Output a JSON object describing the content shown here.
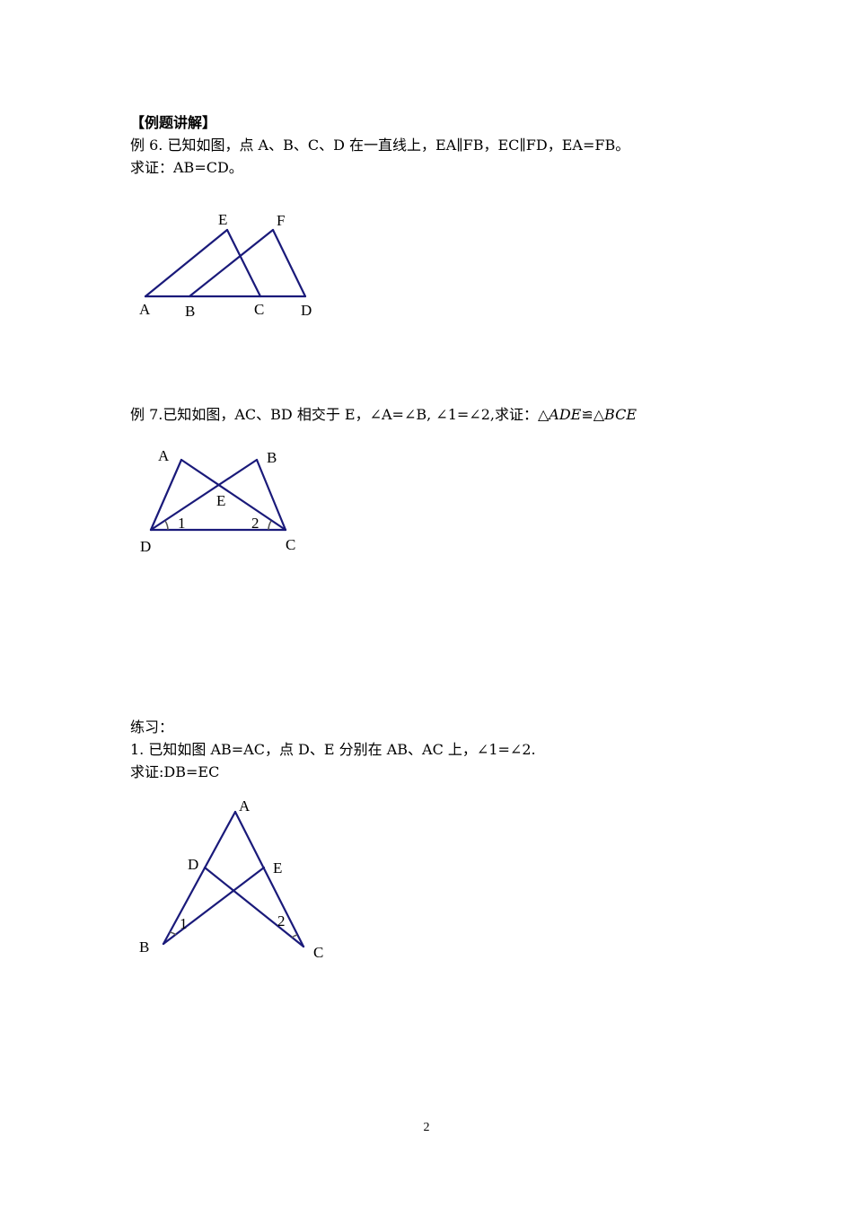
{
  "section_title": "【例题讲解】",
  "example6": {
    "problem": "例 6.  已知如图，点 A、B、C、D 在一直线上，EA∥FB，EC∥FD，EA=FB。",
    "prove": "求证：AB=CD。",
    "labels": {
      "A": "A",
      "B": "B",
      "C": "C",
      "D": "D",
      "E": "E",
      "F": "F"
    }
  },
  "example7": {
    "problem_prefix": "例 7.已知如图，AC、BD 相交于 E，∠A=∠B, ∠1=∠2,求证：△",
    "t1": "ADE",
    "cong": "≌△",
    "t2": "BCE",
    "labels": {
      "A": "A",
      "B": "B",
      "C": "C",
      "D": "D",
      "E": "E",
      "angle1": "1",
      "angle2": "2"
    }
  },
  "exercise": {
    "heading": "练习：",
    "item1": "1.    已知如图 AB=AC，点 D、E 分别在 AB、AC 上，∠1=∠2.",
    "prove": "求证:DB=EC",
    "labels": {
      "A": "A",
      "B": "B",
      "C": "C",
      "D": "D",
      "E": "E",
      "angle1": "1",
      "angle2": "2"
    }
  },
  "page_number": "2"
}
